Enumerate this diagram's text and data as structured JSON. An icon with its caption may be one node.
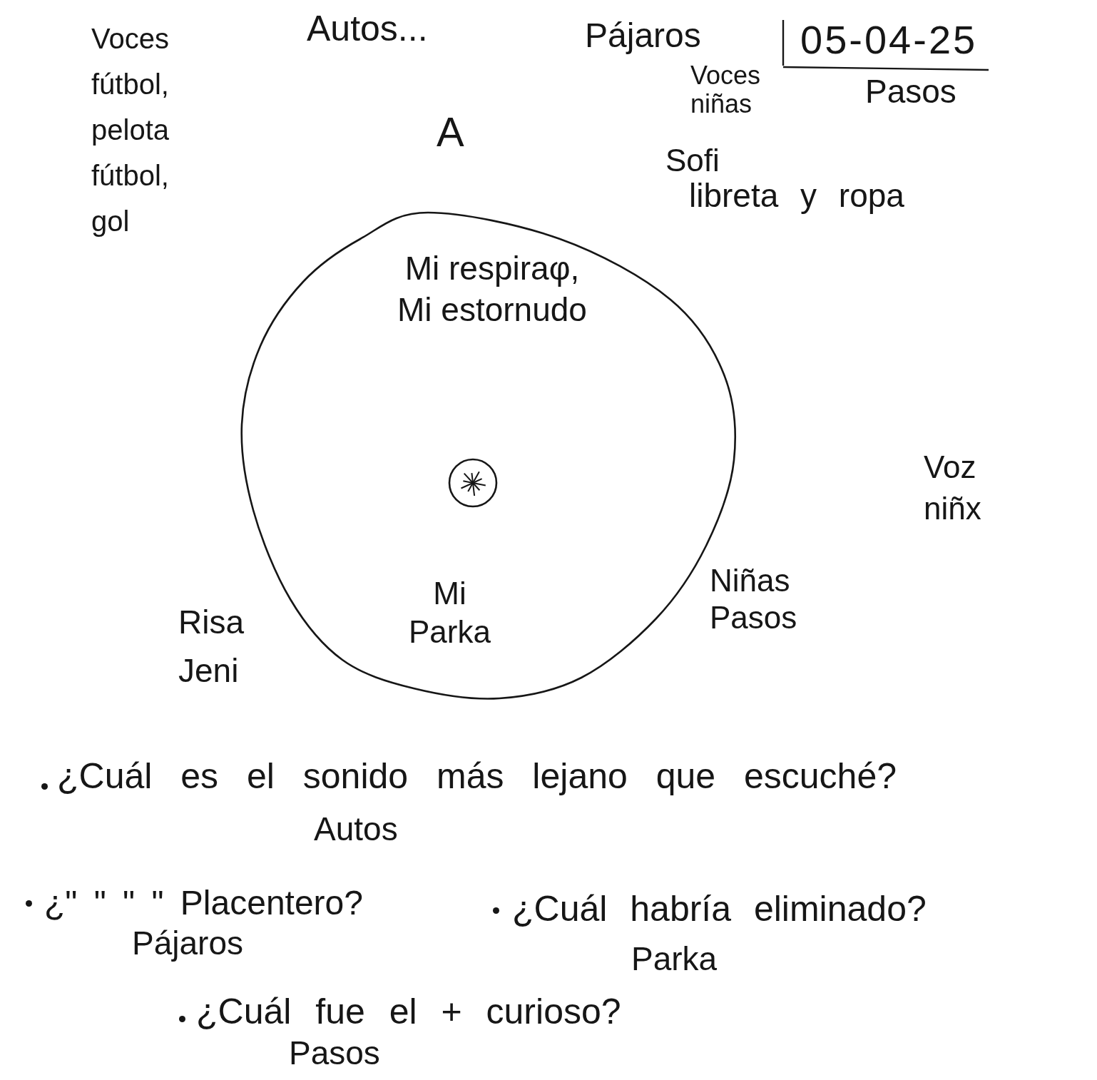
{
  "diagram": {
    "nodes": [
      {
        "text": [
          "Mi respiraφ, Mi estornudo",
          "Mi Parka"
        ]
      },
      {
        "text": [],
        "shape": "circle",
        "in": 0
      }
    ],
    "labels": [
      "Voces fútbol, pelota fútbol, gol",
      "Autos...",
      "Pájaros",
      "05-04-25",
      "Voces niñas",
      "Pasos",
      "A",
      "Sofi",
      "libreta y ropa",
      "Voz niñx",
      "Niñas Pasos",
      "Risa Jeni",
      "¿Cuál es el sonido más lejano que escuché?",
      "Autos",
      "¿\" \" \" \" Placentero?",
      "Pájaros",
      "¿Cuál habría eliminado?",
      "Parka",
      "¿Cuál fue el + curioso?",
      "Pasos"
    ]
  }
}
